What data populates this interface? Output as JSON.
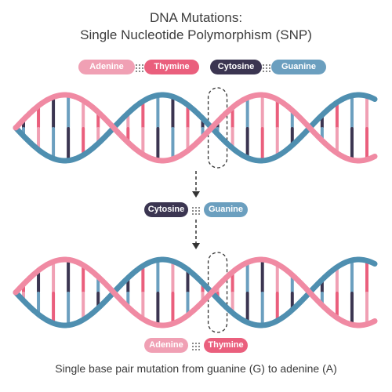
{
  "title": {
    "line1": "DNA Mutations:",
    "line2": "Single Nucleotide Polymorphism (SNP)"
  },
  "legend": {
    "adenine": "Adenine",
    "thymine": "Thymine",
    "cytosine": "Cytosine",
    "guanine": "Guanine"
  },
  "middle_pair": {
    "left": "Cytosine",
    "right": "Guanine"
  },
  "bottom_pair": {
    "left": "Adenine",
    "right": "Thymine"
  },
  "caption": "Single base pair mutation from guanine (G) to adenine (A)",
  "colors": {
    "adenine": "#f0a0b4",
    "thymine": "#ea5f7d",
    "cytosine": "#3b3551",
    "guanine": "#6b9fbf",
    "backbone_pink": "#f08aa3",
    "backbone_blue": "#4f8fb0",
    "highlight": "#333333"
  },
  "top_helix": {
    "rungs": [
      [
        "cytosine",
        "guanine"
      ],
      [
        "thymine",
        "adenine"
      ],
      [
        "cytosine",
        "guanine"
      ],
      [
        "guanine",
        "cytosine"
      ],
      [
        "adenine",
        "thymine"
      ],
      [
        "thymine",
        "adenine"
      ],
      [
        "cytosine",
        "guanine"
      ],
      [
        "adenine",
        "thymine"
      ],
      [
        "thymine",
        "adenine"
      ],
      [
        "guanine",
        "cytosine"
      ],
      [
        "cytosine",
        "guanine"
      ],
      [
        "thymine",
        "adenine"
      ],
      [
        "cytosine",
        "guanine"
      ],
      [
        "cytosine",
        "guanine"
      ],
      [
        "thymine",
        "adenine"
      ],
      [
        "guanine",
        "cytosine"
      ],
      [
        "adenine",
        "thymine"
      ],
      [
        "thymine",
        "adenine"
      ],
      [
        "guanine",
        "cytosine"
      ],
      [
        "adenine",
        "thymine"
      ],
      [
        "cytosine",
        "guanine"
      ],
      [
        "thymine",
        "adenine"
      ],
      [
        "guanine",
        "cytosine"
      ],
      [
        "adenine",
        "thymine"
      ]
    ],
    "highlight_index": 13
  },
  "bottom_helix": {
    "rungs": [
      [
        "thymine",
        "adenine"
      ],
      [
        "cytosine",
        "guanine"
      ],
      [
        "adenine",
        "thymine"
      ],
      [
        "cytosine",
        "guanine"
      ],
      [
        "thymine",
        "adenine"
      ],
      [
        "guanine",
        "cytosine"
      ],
      [
        "adenine",
        "thymine"
      ],
      [
        "cytosine",
        "guanine"
      ],
      [
        "thymine",
        "adenine"
      ],
      [
        "guanine",
        "cytosine"
      ],
      [
        "adenine",
        "thymine"
      ],
      [
        "cytosine",
        "guanine"
      ],
      [
        "thymine",
        "adenine"
      ],
      [
        "adenine",
        "thymine"
      ],
      [
        "thymine",
        "adenine"
      ],
      [
        "guanine",
        "cytosine"
      ],
      [
        "cytosine",
        "guanine"
      ],
      [
        "adenine",
        "thymine"
      ],
      [
        "guanine",
        "cytosine"
      ],
      [
        "thymine",
        "adenine"
      ],
      [
        "cytosine",
        "guanine"
      ],
      [
        "adenine",
        "thymine"
      ],
      [
        "guanine",
        "cytosine"
      ],
      [
        "thymine",
        "adenine"
      ]
    ],
    "highlight_index": 13
  }
}
